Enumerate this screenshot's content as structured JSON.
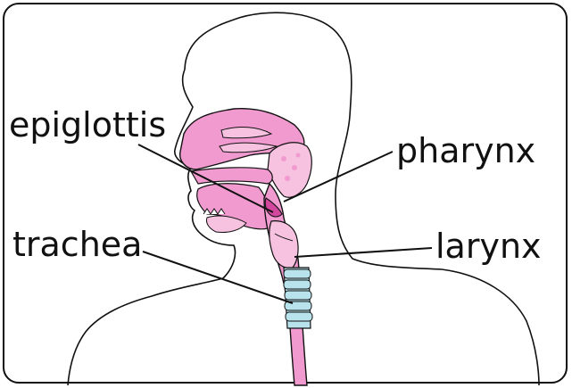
{
  "labels": {
    "epiglottis": "epiglottis",
    "pharynx": "pharynx",
    "trachea": "trachea",
    "larynx": "larynx"
  },
  "colors": {
    "outline": "#111111",
    "tissue_pink": "#f19ad0",
    "tissue_pink_dark": "#d2489f",
    "tonsil_pink": "#f6c2e0",
    "cartilage_blue": "#b8e3ec",
    "background": "#ffffff"
  }
}
